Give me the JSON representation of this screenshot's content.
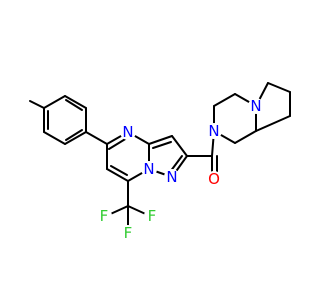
{
  "molecule": {
    "colors": {
      "carbon_bond": "#000000",
      "nitrogen": "#0000ff",
      "oxygen": "#ff0000",
      "fluorine": "#33cc33",
      "background": "#ffffff"
    },
    "atom_labels": {
      "n_pyrimidine": "N",
      "n_bridge": "N",
      "n_pyrazole": "N",
      "n_amide": "N",
      "n_ring_fusion": "N",
      "o_carbonyl": "O",
      "f1": "F",
      "f2": "F",
      "f3": "F"
    }
  }
}
